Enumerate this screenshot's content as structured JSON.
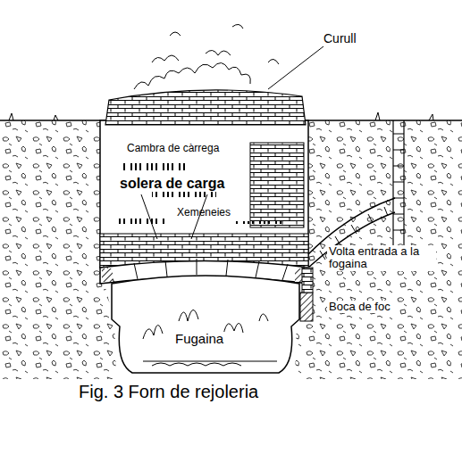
{
  "diagram": {
    "caption": "Fig. 3 Forn de rejoleria",
    "labels": [
      "Curull",
      "Cambra de càrrega",
      "solera de carga",
      "Xemeneies",
      "Volta entrada a la fogaina",
      "Boca de foc",
      "Fugaina"
    ]
  }
}
